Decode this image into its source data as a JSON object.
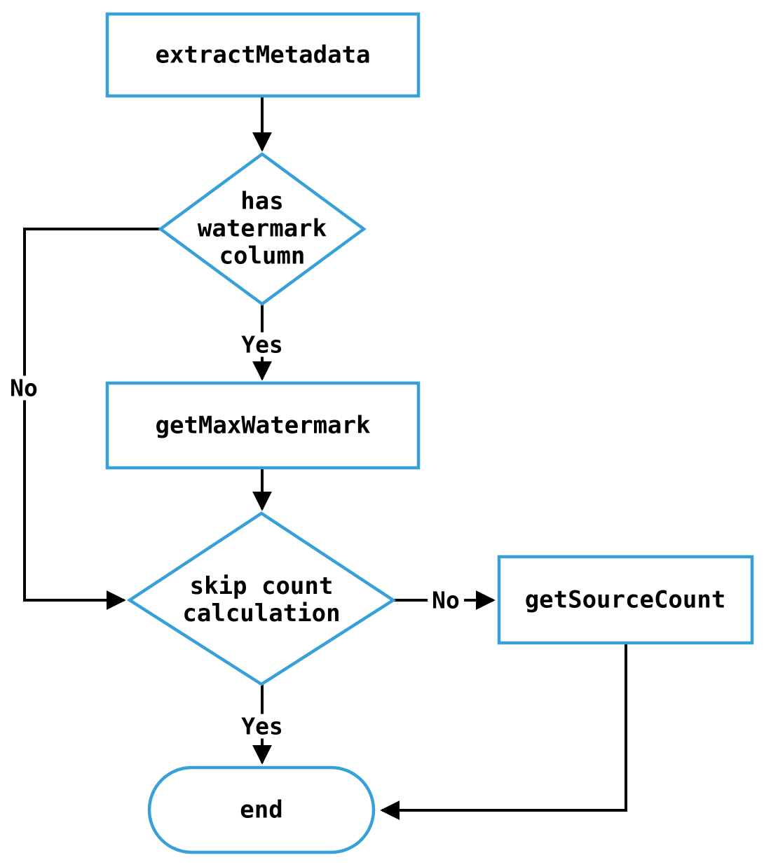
{
  "diagram": {
    "type": "flowchart",
    "direction": "top-down",
    "colors": {
      "node_border": "#38a0d8",
      "node_fill": "#ffffff",
      "edge": "#000000",
      "text": "#000000",
      "background": "#ffffff"
    },
    "nodes": [
      {
        "id": "extractMetadata",
        "shape": "rect",
        "label": "extractMetadata"
      },
      {
        "id": "hasWatermark",
        "shape": "diamond",
        "label": "has\nwatermark\ncolumn"
      },
      {
        "id": "getMaxWatermark",
        "shape": "rect",
        "label": "getMaxWatermark"
      },
      {
        "id": "skipCount",
        "shape": "diamond",
        "label": "skip count\ncalculation"
      },
      {
        "id": "getSourceCount",
        "shape": "rect",
        "label": "getSourceCount"
      },
      {
        "id": "end",
        "shape": "stadium",
        "label": "end"
      }
    ],
    "edges": [
      {
        "from": "extractMetadata",
        "to": "hasWatermark",
        "label": ""
      },
      {
        "from": "hasWatermark",
        "to": "getMaxWatermark",
        "label": "Yes"
      },
      {
        "from": "hasWatermark",
        "to": "skipCount",
        "label": "No"
      },
      {
        "from": "getMaxWatermark",
        "to": "skipCount",
        "label": ""
      },
      {
        "from": "skipCount",
        "to": "getSourceCount",
        "label": "No"
      },
      {
        "from": "skipCount",
        "to": "end",
        "label": "Yes"
      },
      {
        "from": "getSourceCount",
        "to": "end",
        "label": ""
      }
    ]
  }
}
